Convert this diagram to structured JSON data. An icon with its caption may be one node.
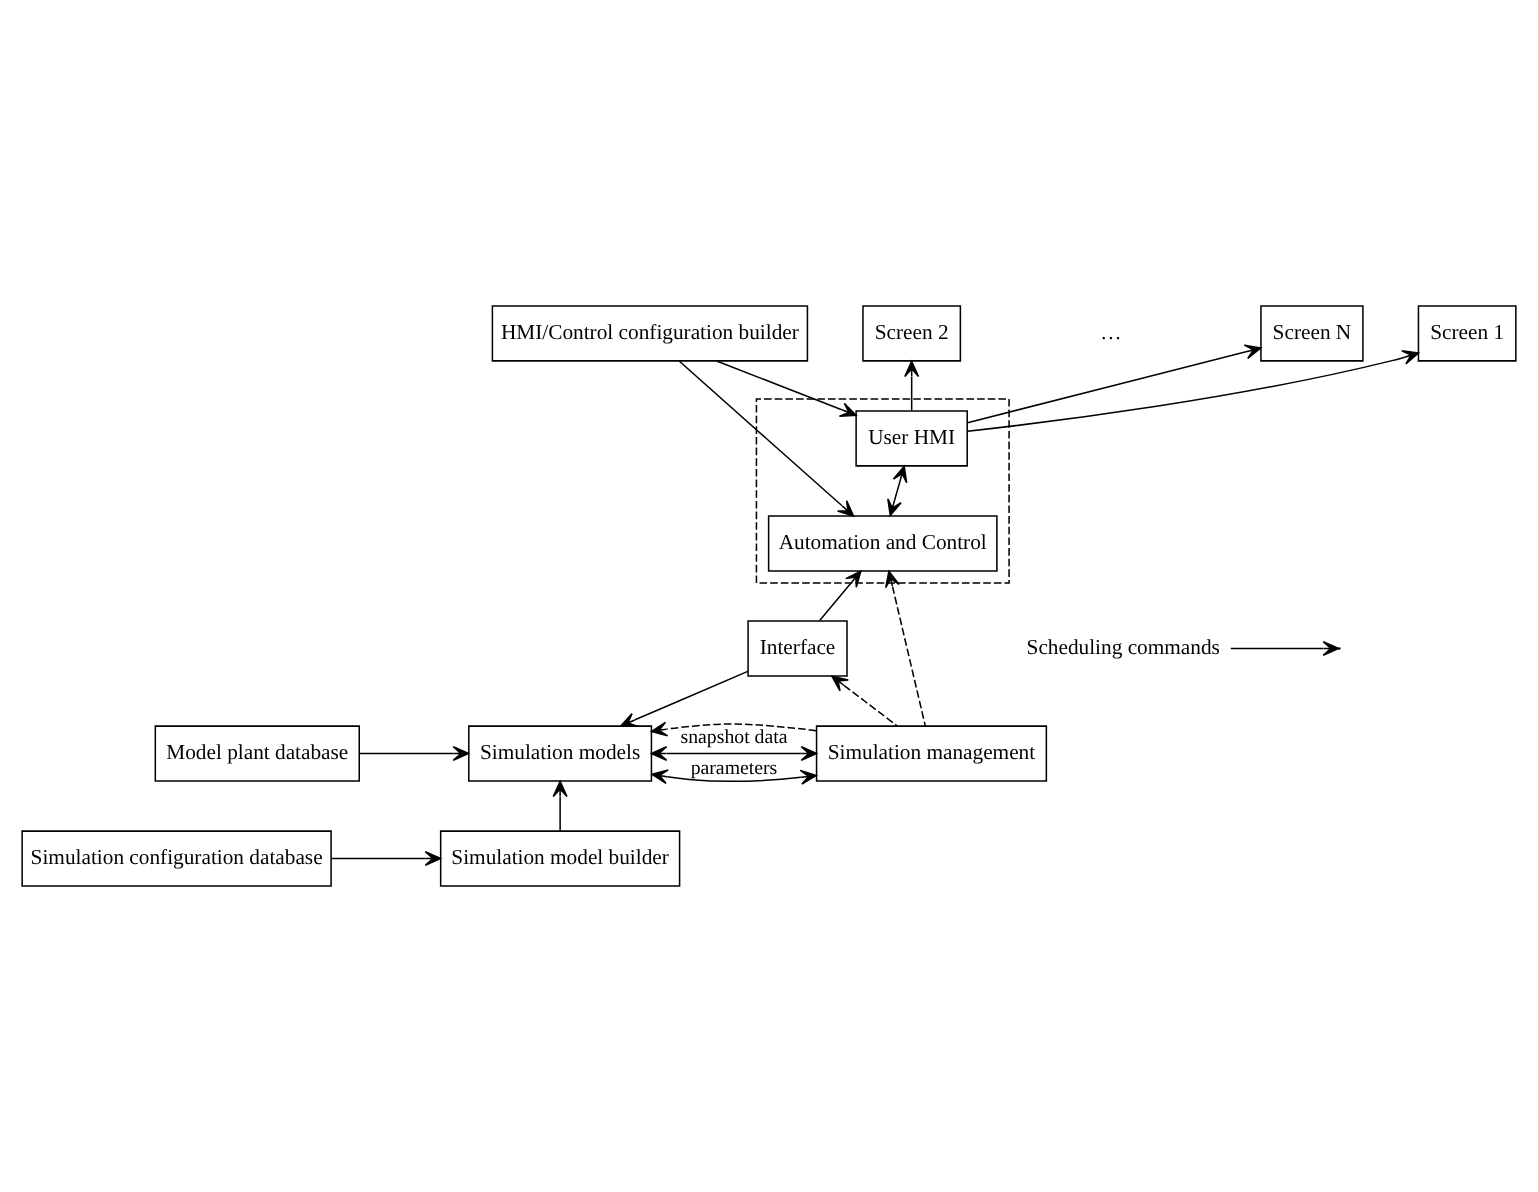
{
  "diagram": {
    "nodes": [
      {
        "text": [
          "Screen 1"
        ]
      },
      {
        "text": [
          "Screen 2"
        ]
      },
      {
        "text": [
          "Screen N"
        ]
      },
      {
        "text": [],
        "shape": "box"
      },
      {
        "text": [
          "User HMI"
        ],
        "in": 3
      },
      {
        "text": [
          "Automation and Control"
        ],
        "in": 3
      },
      {
        "text": [
          "HMI/Control configuration builder"
        ]
      },
      {
        "text": [
          "Interface"
        ]
      },
      {
        "text": [
          "Scheduling commands"
        ]
      },
      {
        "text": [
          "Model plant database"
        ]
      },
      {
        "text": [
          "Simulation models"
        ]
      },
      {
        "text": [
          "Simulation management"
        ]
      },
      {
        "text": [
          "Simulation model builder"
        ]
      },
      {
        "text": [
          "Simulation configuration database"
        ]
      }
    ],
    "edges": [
      {
        "from": 4,
        "to": 0,
        "arrow": "to"
      },
      {
        "from": 4,
        "to": 1,
        "arrow": "to"
      },
      {
        "from": 4,
        "to": 2,
        "arrow": "to"
      },
      {
        "from": 4,
        "to": 5,
        "arrow": "both"
      },
      {
        "from": 6,
        "to": 4,
        "arrow": "to"
      },
      {
        "from": 6,
        "to": 5,
        "arrow": "to"
      },
      {
        "from": 7,
        "to": 5,
        "arrow": "to"
      },
      {
        "from": 7,
        "to": 10,
        "arrow": "to"
      },
      {
        "from": 11,
        "to": 5,
        "arrow": "to",
        "style": "dashed"
      },
      {
        "from": 11,
        "to": 7,
        "arrow": "to",
        "style": "dashed"
      },
      {
        "from": 11,
        "to": 10,
        "arrow": "to",
        "style": "dashed"
      },
      {
        "from": 8,
        "to": null,
        "arrow": "to"
      },
      {
        "from": 9,
        "to": 10,
        "arrow": "to"
      },
      {
        "from": 10,
        "to": 11,
        "arrow": "both",
        "label": "snapshot data"
      },
      {
        "from": 10,
        "to": 11,
        "arrow": "both",
        "label": "parameters"
      },
      {
        "from": 12,
        "to": 10,
        "arrow": "to"
      },
      {
        "from": 13,
        "to": 12,
        "arrow": "to"
      }
    ],
    "labels": [
      "…"
    ]
  }
}
